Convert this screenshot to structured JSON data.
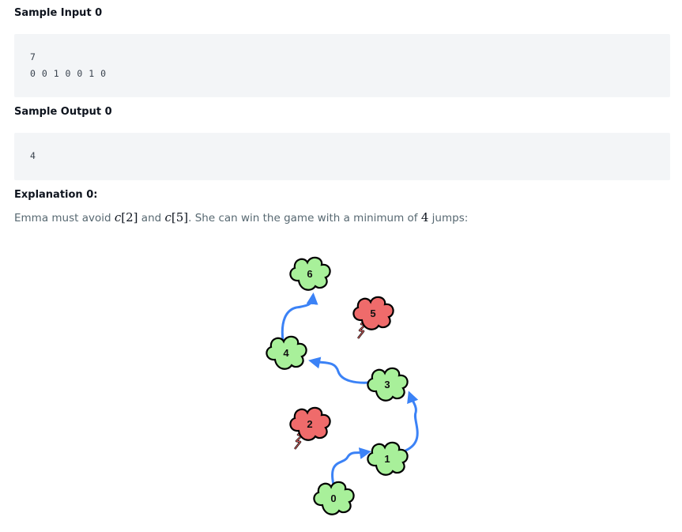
{
  "sample_input": {
    "heading": "Sample Input 0",
    "lines": [
      "7",
      "0 0 1 0 0 1 0"
    ]
  },
  "sample_output": {
    "heading": "Sample Output 0",
    "lines": [
      "4"
    ]
  },
  "explanation": {
    "heading": "Explanation 0:",
    "text_1": "Emma must avoid ",
    "math_1_var": "c",
    "math_1_index": "[2]",
    "text_2": " and ",
    "math_2_var": "c",
    "math_2_index": "[5]",
    "text_3": ". She can win the game with a minimum of ",
    "math_3": "4",
    "text_4": " jumps:"
  },
  "diagram": {
    "clouds": [
      {
        "label": "0",
        "kind": "safe"
      },
      {
        "label": "1",
        "kind": "safe"
      },
      {
        "label": "2",
        "kind": "thunder"
      },
      {
        "label": "3",
        "kind": "safe"
      },
      {
        "label": "4",
        "kind": "safe"
      },
      {
        "label": "5",
        "kind": "thunder"
      },
      {
        "label": "6",
        "kind": "safe"
      }
    ],
    "colors": {
      "safe": "#a8f09a",
      "thunder": "#ef6b6b",
      "arrow": "#3b82f6",
      "outline": "#000000"
    }
  }
}
